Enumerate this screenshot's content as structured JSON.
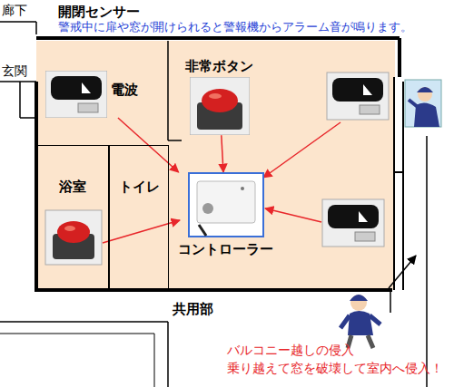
{
  "diagram": {
    "nodes": [
      {
        "text": [
          "電波"
        ]
      },
      {
        "text": [
          "非常ボタン"
        ]
      },
      {
        "text": [
          "浴室"
        ]
      },
      {
        "text": [
          "トイレ"
        ]
      },
      {
        "text": [
          "コントローラー"
        ]
      }
    ],
    "edges": [
      {
        "from": 0,
        "to": 4,
        "arrow": "to"
      },
      {
        "from": 1,
        "to": 4,
        "arrow": "to"
      }
    ],
    "labels": [
      "廊下",
      "開閉センサー",
      "警戒中に扉や窓が開けられると警報機からアラーム音が鳴ります。",
      "玄関",
      "共用部",
      "バルコニー越しの侵入",
      "乗り越えて窓を破壊して室内へ侵入！"
    ]
  }
}
